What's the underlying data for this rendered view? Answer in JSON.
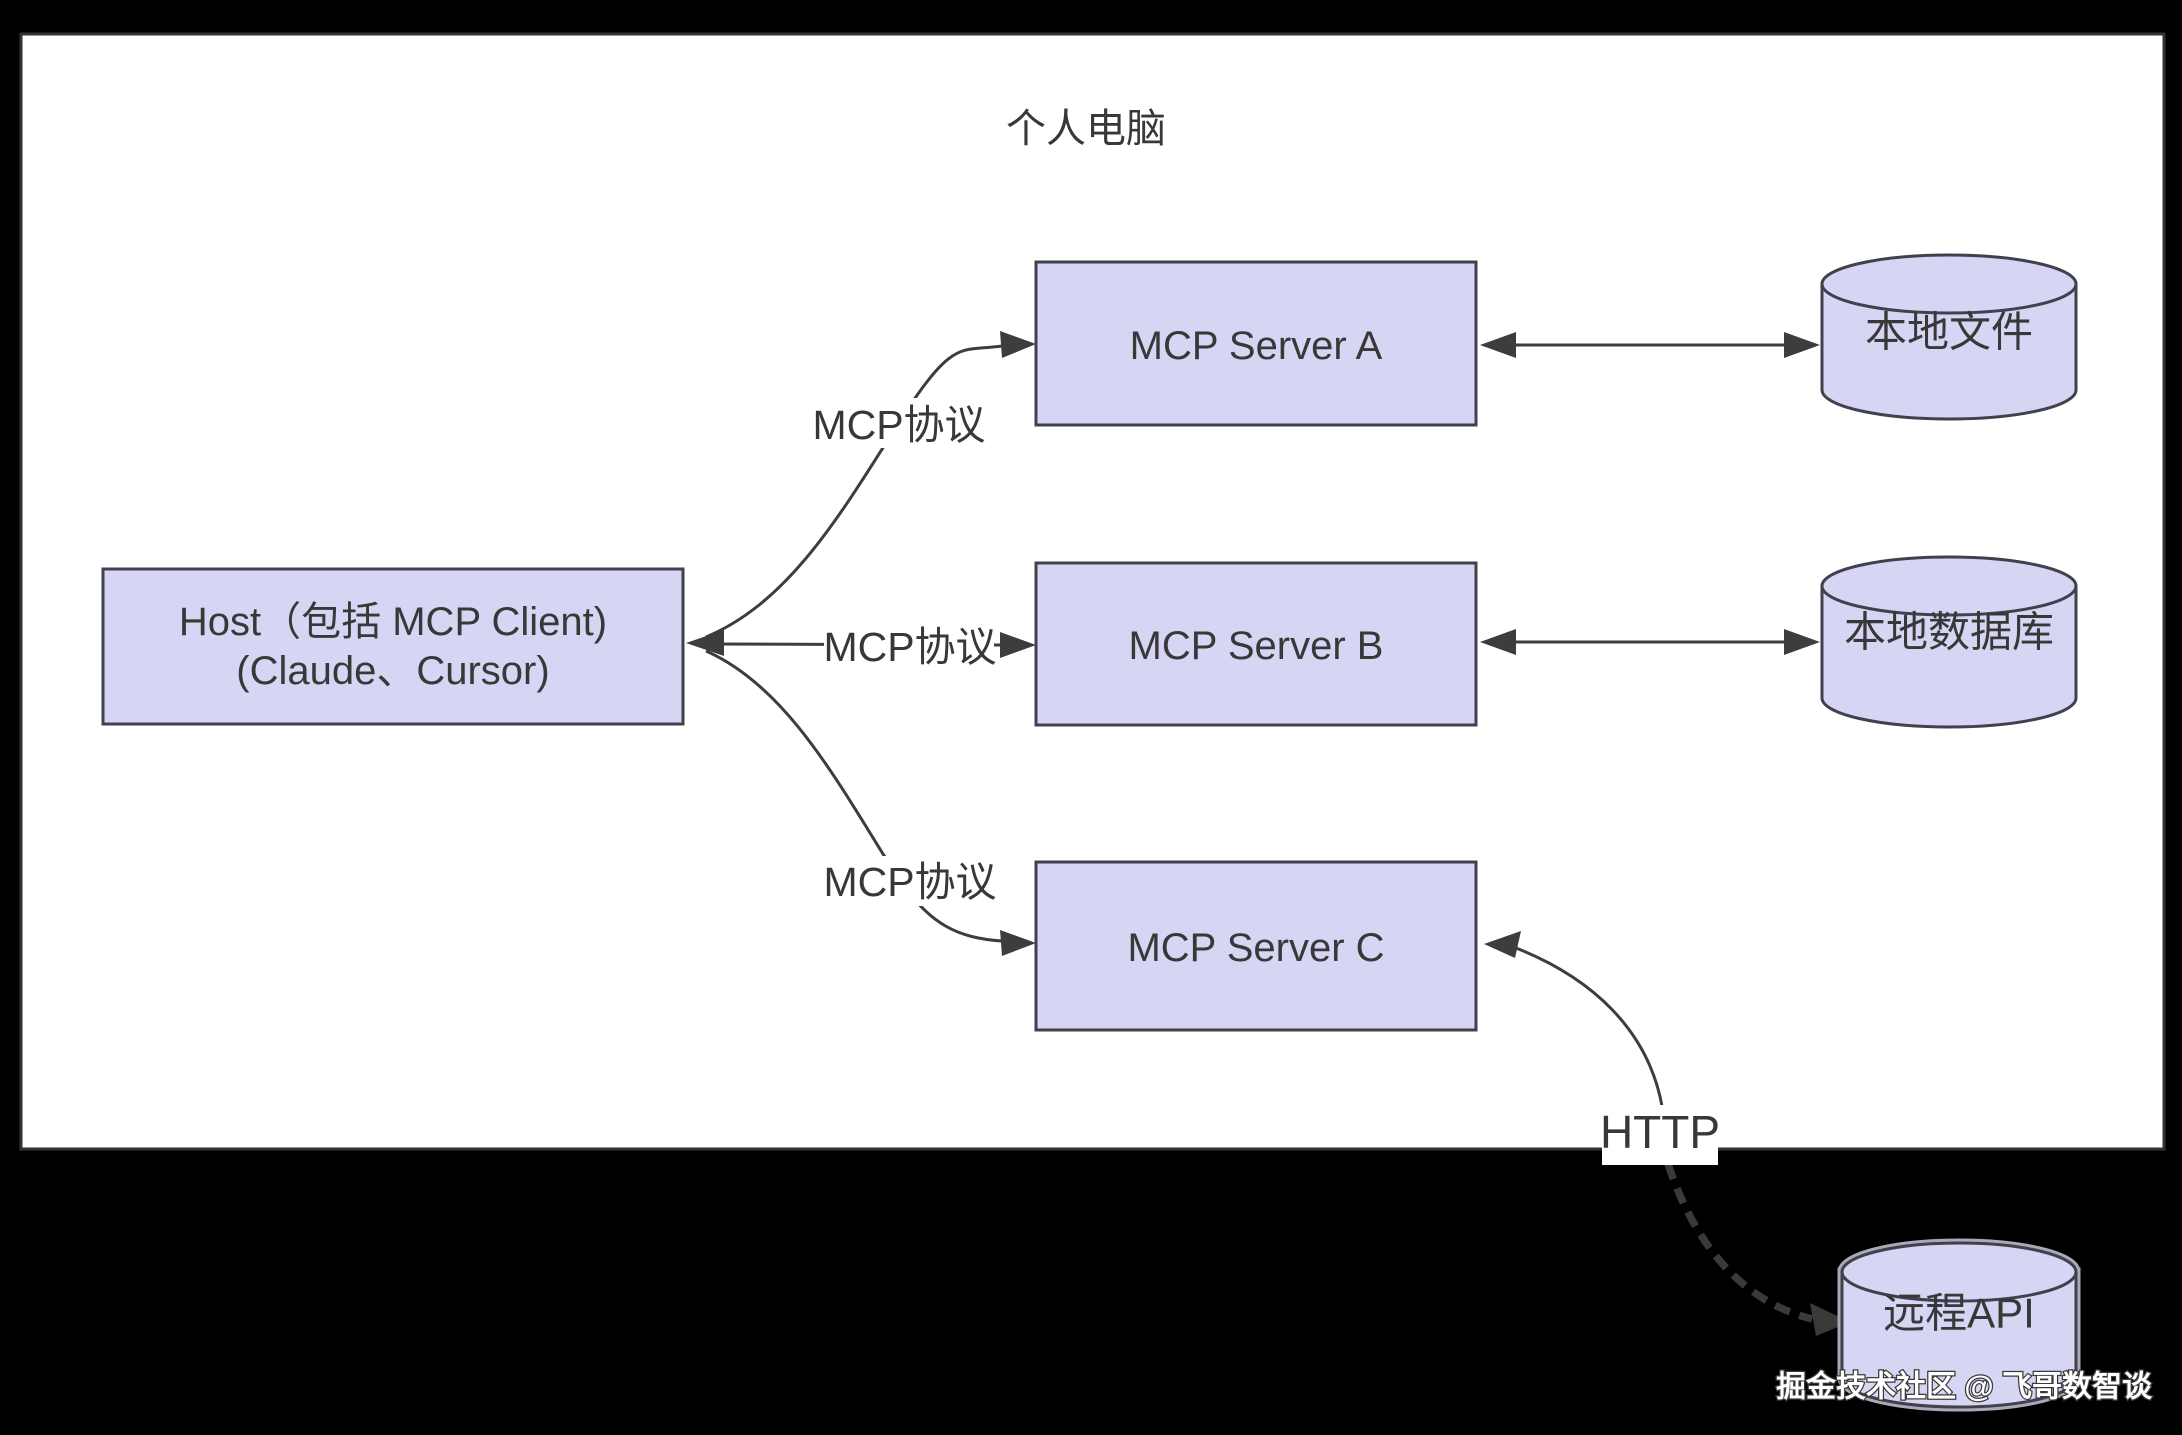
{
  "diagram": {
    "title": "个人电脑",
    "nodes": {
      "host": {
        "line1": "Host（包括 MCP Client)",
        "line2": "(Claude、Cursor)"
      },
      "server_a": {
        "label": "MCP Server A"
      },
      "server_b": {
        "label": "MCP Server B"
      },
      "server_c": {
        "label": "MCP Server C"
      },
      "local_files": {
        "label": "本地文件"
      },
      "local_database": {
        "label": "本地数据库"
      },
      "remote_api": {
        "label": "远程API"
      }
    },
    "edges": {
      "host_to_server_a": {
        "label": "MCP协议"
      },
      "host_to_server_b": {
        "label": "MCP协议"
      },
      "host_to_server_c": {
        "label": "MCP协议"
      },
      "server_c_to_remote_api": {
        "label": "HTTP"
      }
    },
    "colors": {
      "canvas_background": "#000000",
      "panel_background": "#ffffff",
      "panel_border": "#333333",
      "node_fill": "#d6d6f4",
      "node_border": "#41414e",
      "line": "#3d3d3d",
      "text": "#383838",
      "watermark_text": "#ffffff"
    }
  },
  "watermark": {
    "text": "掘金技术社区 @ 飞哥数智谈"
  }
}
